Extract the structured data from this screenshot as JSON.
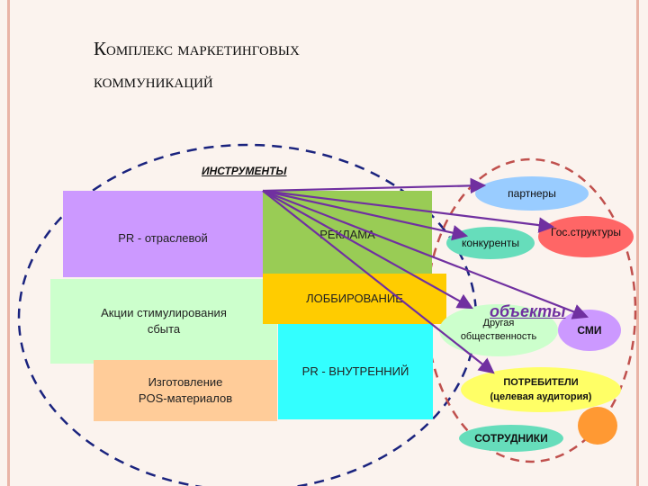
{
  "title": {
    "line1": "Комплекс маркетинговых",
    "line2": "коммуникаций"
  },
  "instruments_label": "ИНСТРУМЕНТЫ",
  "objects_label": "объекты",
  "blocks": {
    "pr_industry": "PR - отраслевой",
    "advertising": "РЕКЛАМА",
    "lobbying": "ЛОББИРОВАНИЕ",
    "sales_promotion": "Акции стимулирования\nсбыта",
    "pr_internal": "PR - ВНУТРЕННИЙ",
    "pos_materials": "Изготовление\nPOS-материалов"
  },
  "targets": {
    "partners": "партнеры",
    "competitors": "конкуренты",
    "gov_structures": "Гос.структуры",
    "other_public": "Другая\nобщественность",
    "media": "СМИ",
    "consumers": "ПОТРЕБИТЕЛИ\n(целевая аудитория)",
    "employees": "СОТРУДНИКИ"
  },
  "colors": {
    "pr_industry": "#cc99ff",
    "advertising": "#99cc55",
    "lobbying": "#ffcc00",
    "sales_promotion": "#ccffcc",
    "pr_internal": "#33ffff",
    "pos_materials": "#ffcc99",
    "arrows": "#7030a0",
    "dashed_outline": "#1a237e",
    "objects_outline": "#c0504d"
  }
}
